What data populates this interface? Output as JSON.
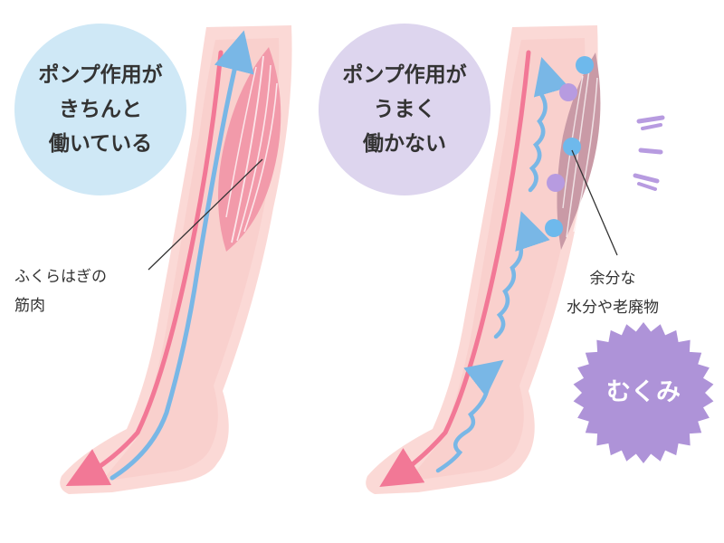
{
  "left_panel": {
    "bubble_lines": [
      "ポンプ作用が",
      "きちんと",
      "働いている"
    ],
    "muscle_label_lines": [
      "ふくらはぎの",
      "筋肉"
    ]
  },
  "right_panel": {
    "bubble_lines": [
      "ポンプ作用が",
      "うまく",
      "働かない"
    ],
    "waste_label_lines": [
      "余分な",
      "水分や老廃物"
    ],
    "badge_label": "むくみ"
  },
  "colors": {
    "leg_fill": "#fbd9d6",
    "leg_inner": "#f8c8c6",
    "muscle_pink": "#f29aaa",
    "muscle_mauve": "#c99aa6",
    "artery_red": "#f27896",
    "vein_blue": "#79b7e6",
    "fluid_blue": "#6eb9ec",
    "waste_purple": "#b79be0",
    "bubble_blue": "#cfe8f6",
    "bubble_lavender": "#ddd5ee",
    "badge_purple": "#ae93d8",
    "leader_line": "#333333"
  },
  "icons": [
    "up-arrow-icon",
    "down-arrow-icon",
    "burst-badge-icon",
    "motion-lines-icon"
  ]
}
